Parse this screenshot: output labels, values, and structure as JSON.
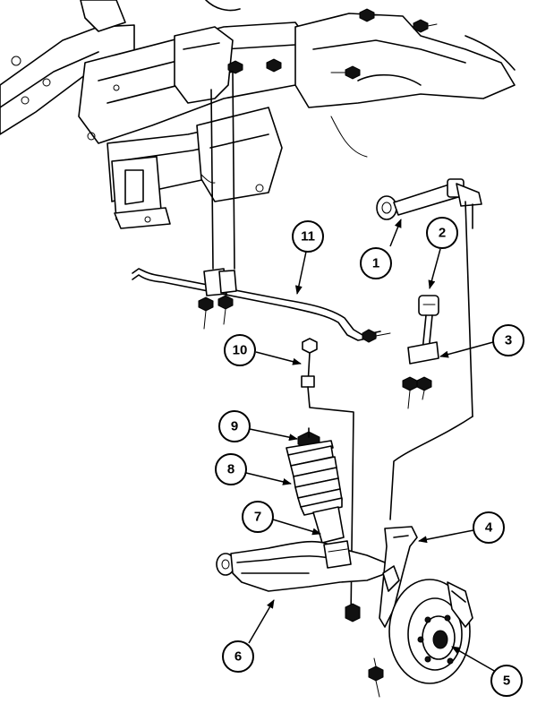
{
  "callouts": [
    {
      "id": "1",
      "label": "1"
    },
    {
      "id": "2",
      "label": "2"
    },
    {
      "id": "3",
      "label": "3"
    },
    {
      "id": "4",
      "label": "4"
    },
    {
      "id": "5",
      "label": "5"
    },
    {
      "id": "6",
      "label": "6"
    },
    {
      "id": "7",
      "label": "7"
    },
    {
      "id": "8",
      "label": "8"
    },
    {
      "id": "9",
      "label": "9"
    },
    {
      "id": "10",
      "label": "10"
    },
    {
      "id": "11",
      "label": "11"
    }
  ]
}
